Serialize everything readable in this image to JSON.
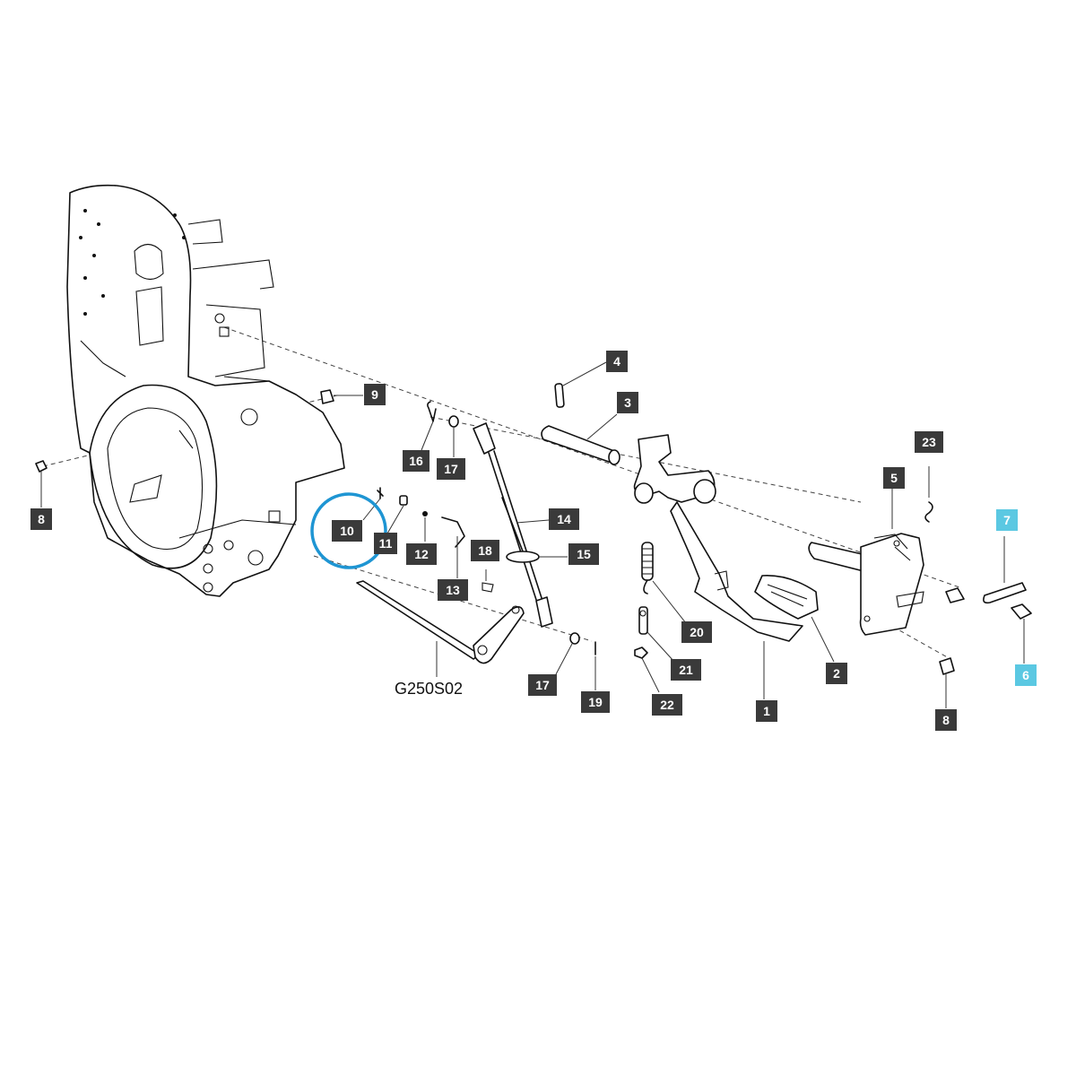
{
  "diagram": {
    "code": "G250S02",
    "colors": {
      "callout": "#3a3a3a",
      "callout_highlight": "#5bc8e2",
      "selection_ring": "#1e95d3"
    },
    "callouts": [
      {
        "id": "c1",
        "label": "1"
      },
      {
        "id": "c2",
        "label": "2"
      },
      {
        "id": "c3",
        "label": "3"
      },
      {
        "id": "c4",
        "label": "4"
      },
      {
        "id": "c5",
        "label": "5"
      },
      {
        "id": "c6",
        "label": "6"
      },
      {
        "id": "c7",
        "label": "7"
      },
      {
        "id": "c8a",
        "label": "8"
      },
      {
        "id": "c8b",
        "label": "8"
      },
      {
        "id": "c9",
        "label": "9"
      },
      {
        "id": "c10",
        "label": "10"
      },
      {
        "id": "c11",
        "label": "11"
      },
      {
        "id": "c12",
        "label": "12"
      },
      {
        "id": "c13",
        "label": "13"
      },
      {
        "id": "c14",
        "label": "14"
      },
      {
        "id": "c15",
        "label": "15"
      },
      {
        "id": "c16",
        "label": "16"
      },
      {
        "id": "c17a",
        "label": "17"
      },
      {
        "id": "c17b",
        "label": "17"
      },
      {
        "id": "c18",
        "label": "18"
      },
      {
        "id": "c19",
        "label": "19"
      },
      {
        "id": "c20",
        "label": "20"
      },
      {
        "id": "c21",
        "label": "21"
      },
      {
        "id": "c22",
        "label": "22"
      },
      {
        "id": "c23",
        "label": "23"
      }
    ]
  }
}
